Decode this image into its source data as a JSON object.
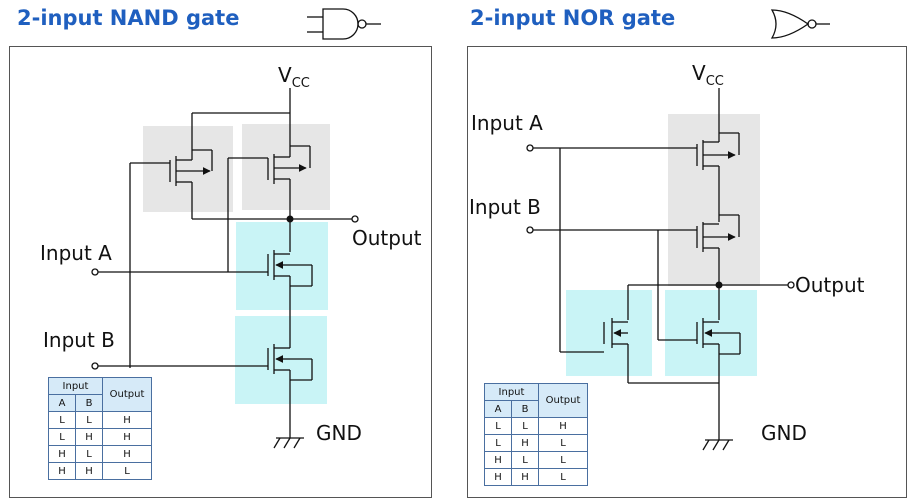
{
  "nand": {
    "title": "2-input NAND gate",
    "vcc_main": "V",
    "vcc_sub": "CC",
    "input_a": "Input A",
    "input_b": "Input B",
    "output": "Output",
    "gnd": "GND",
    "truth_table": {
      "group_header": "Input",
      "col_a": "A",
      "col_b": "B",
      "col_out": "Output",
      "rows": [
        [
          "L",
          "L",
          "H"
        ],
        [
          "L",
          "H",
          "H"
        ],
        [
          "H",
          "L",
          "H"
        ],
        [
          "H",
          "H",
          "L"
        ]
      ]
    }
  },
  "nor": {
    "title": "2-input NOR gate",
    "vcc_main": "V",
    "vcc_sub": "CC",
    "input_a": "Input A",
    "input_b": "Input B",
    "output": "Output",
    "gnd": "GND",
    "truth_table": {
      "group_header": "Input",
      "col_a": "A",
      "col_b": "B",
      "col_out": "Output",
      "rows": [
        [
          "L",
          "L",
          "H"
        ],
        [
          "L",
          "H",
          "L"
        ],
        [
          "H",
          "L",
          "L"
        ],
        [
          "H",
          "H",
          "L"
        ]
      ]
    }
  },
  "colors": {
    "title": "#1f5fbf",
    "pmos_region": "#e6e6e6",
    "nmos_region": "#c9f4f6"
  }
}
